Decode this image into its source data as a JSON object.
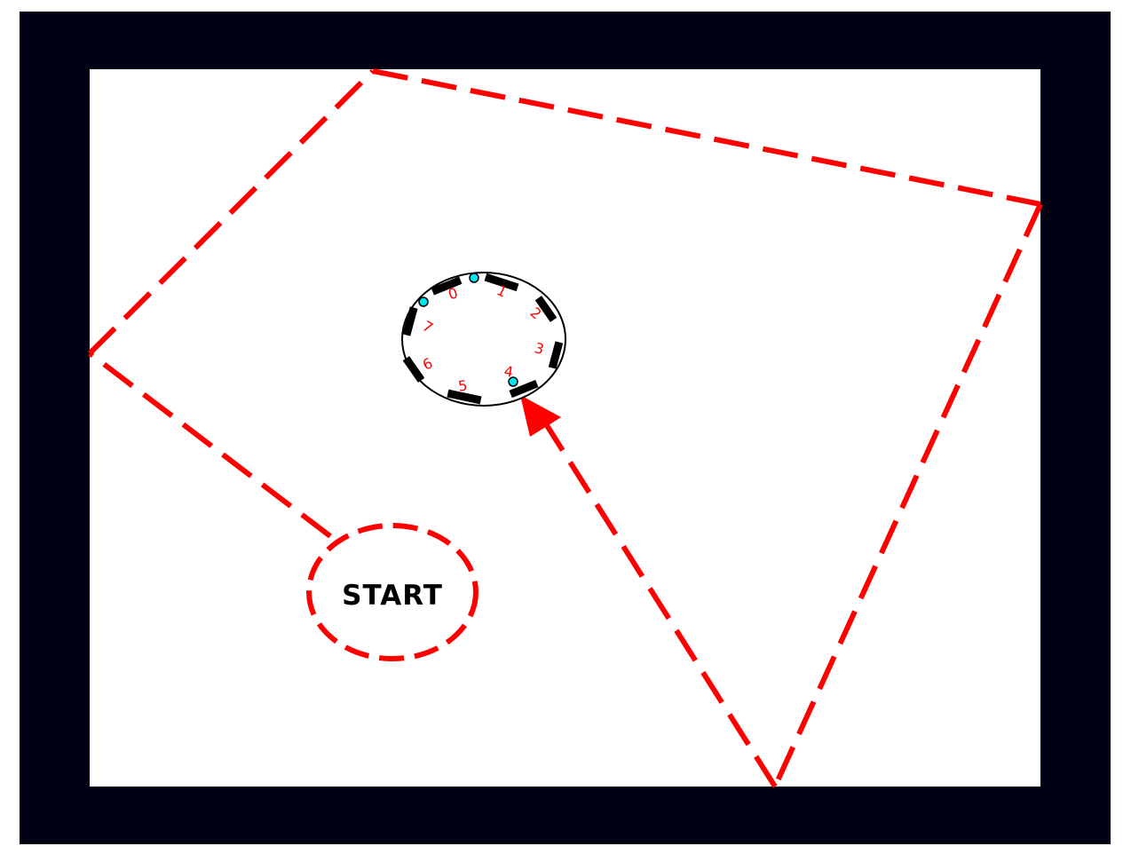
{
  "colors": {
    "frame": "#000014",
    "arena": "#ffffff",
    "path": "#ff0000",
    "robot_outline": "#000000",
    "sensor_body": "#000000",
    "sensor_label": "#ff0000",
    "led": "#00e5ee",
    "start_text": "#000000"
  },
  "start": {
    "label": "START"
  },
  "robot": {
    "sensor_labels": [
      "0",
      "1",
      "2",
      "3",
      "4",
      "5",
      "6",
      "7"
    ],
    "led_count": 3
  },
  "icons": {
    "path_arrowhead": "arrowhead-icon"
  }
}
